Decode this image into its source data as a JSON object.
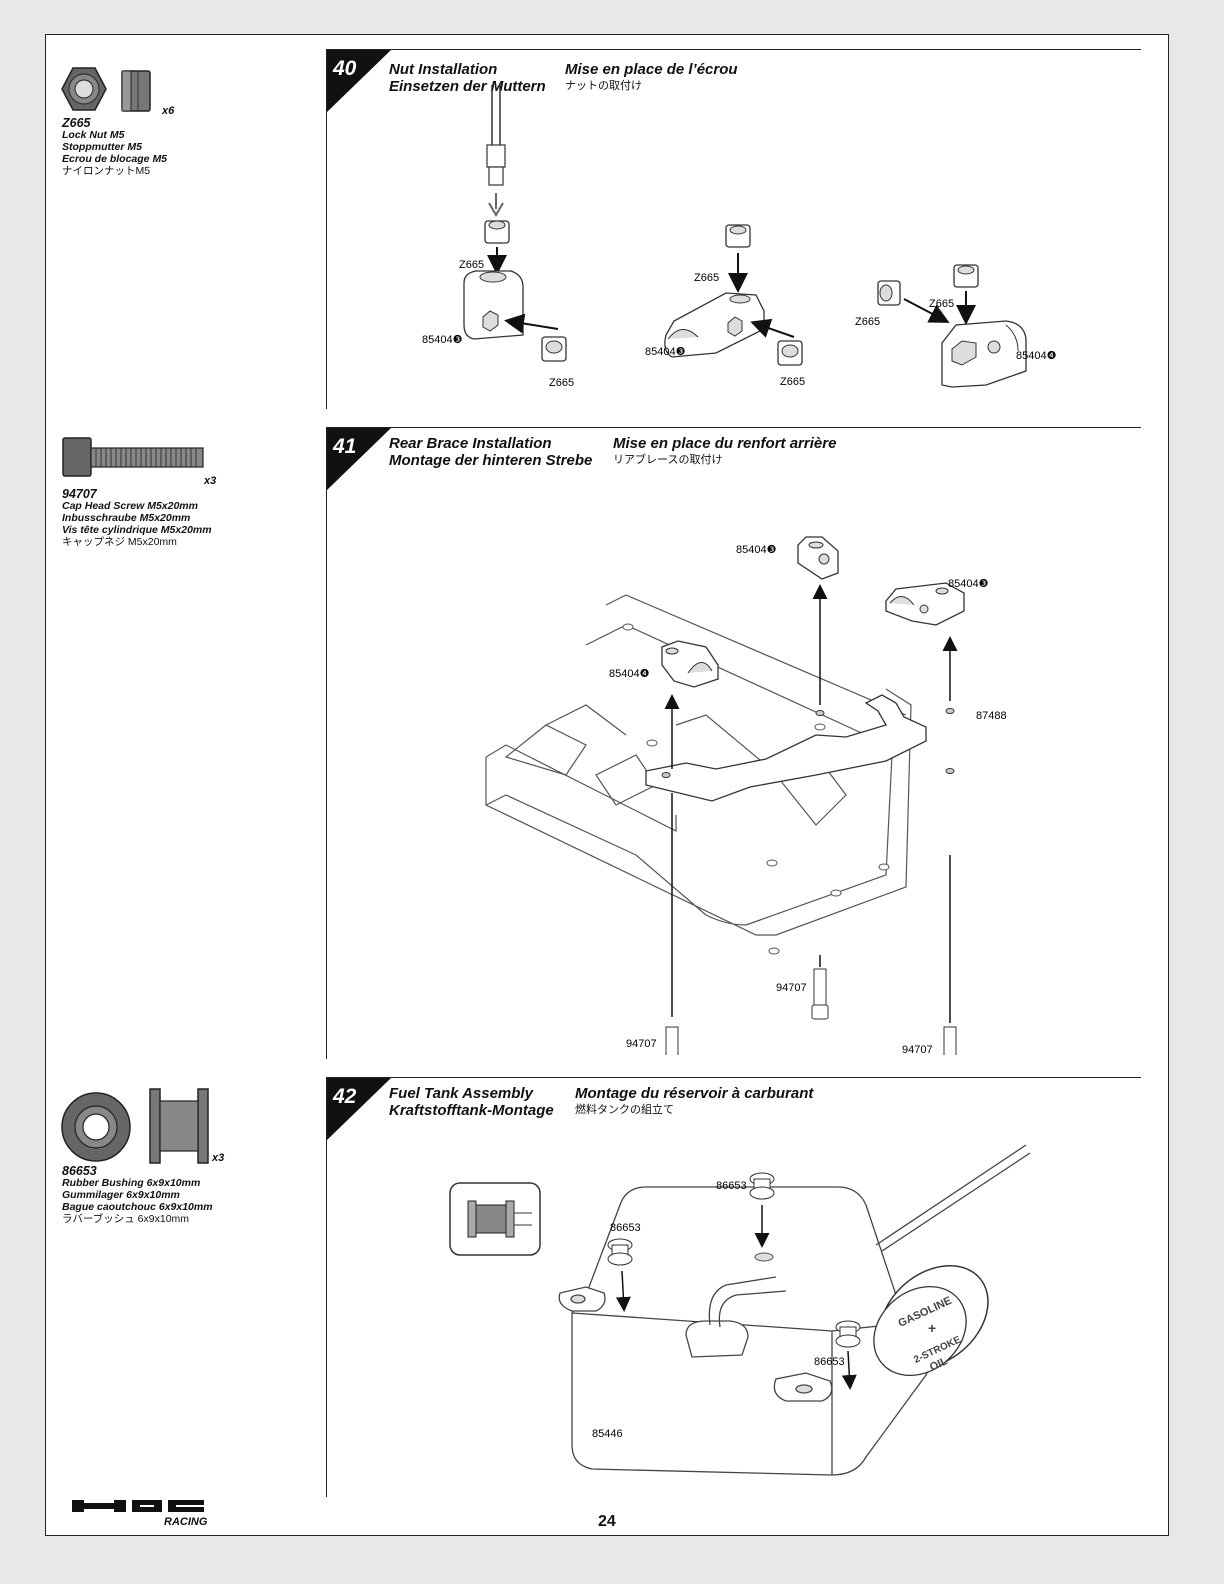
{
  "page_number": "24",
  "brand_logo": "HPI RACING",
  "steps": [
    {
      "number": "40",
      "title_en": "Nut Installation",
      "title_de": "Einsetzen der Muttern",
      "title_fr": "Mise en place de l’écrou",
      "title_jp": "ナットの取付け",
      "labels": [
        "Z665",
        "85404❸",
        "Z665",
        "Z665",
        "85404❸",
        "Z665",
        "Z665",
        "Z665",
        "85404❹"
      ]
    },
    {
      "number": "41",
      "title_en": "Rear Brace Installation",
      "title_de": "Montage der hinteren Strebe",
      "title_fr": "Mise en place du renfort arrière",
      "title_jp": "リアブレースの取付け",
      "labels": [
        "85404❸",
        "85404❸",
        "85404❹",
        "87488",
        "94707",
        "94707",
        "94707"
      ]
    },
    {
      "number": "42",
      "title_en": "Fuel Tank Assembly",
      "title_de": "Kraftstofftank-Montage",
      "title_fr": "Montage du réservoir à carburant",
      "title_jp": "燃料タンクの組立て",
      "labels": [
        "86653",
        "86653",
        "86653",
        "85446"
      ],
      "cap_text_1": "GASOLINE",
      "cap_text_2": "+",
      "cap_text_3": "2-STROKE",
      "cap_text_4": "OIL"
    }
  ],
  "parts": [
    {
      "code": "Z665",
      "en": "Lock Nut M5",
      "de": "Stoppmutter M5",
      "fr": "Ecrou de blocage M5",
      "jp": "ナイロンナットM5",
      "qty": "x6"
    },
    {
      "code": "94707",
      "en": "Cap Head Screw M5x20mm",
      "de": "Inbusschraube M5x20mm",
      "fr": "Vis tête cylindrique M5x20mm",
      "jp": "キャップネジ M5x20mm",
      "qty": "x3"
    },
    {
      "code": "86653",
      "en": "Rubber Bushing 6x9x10mm",
      "de": "Gummilager 6x9x10mm",
      "fr": "Bague caoutchouc 6x9x10mm",
      "jp": "ラバーブッシュ 6x9x10mm",
      "qty": "x3"
    }
  ]
}
